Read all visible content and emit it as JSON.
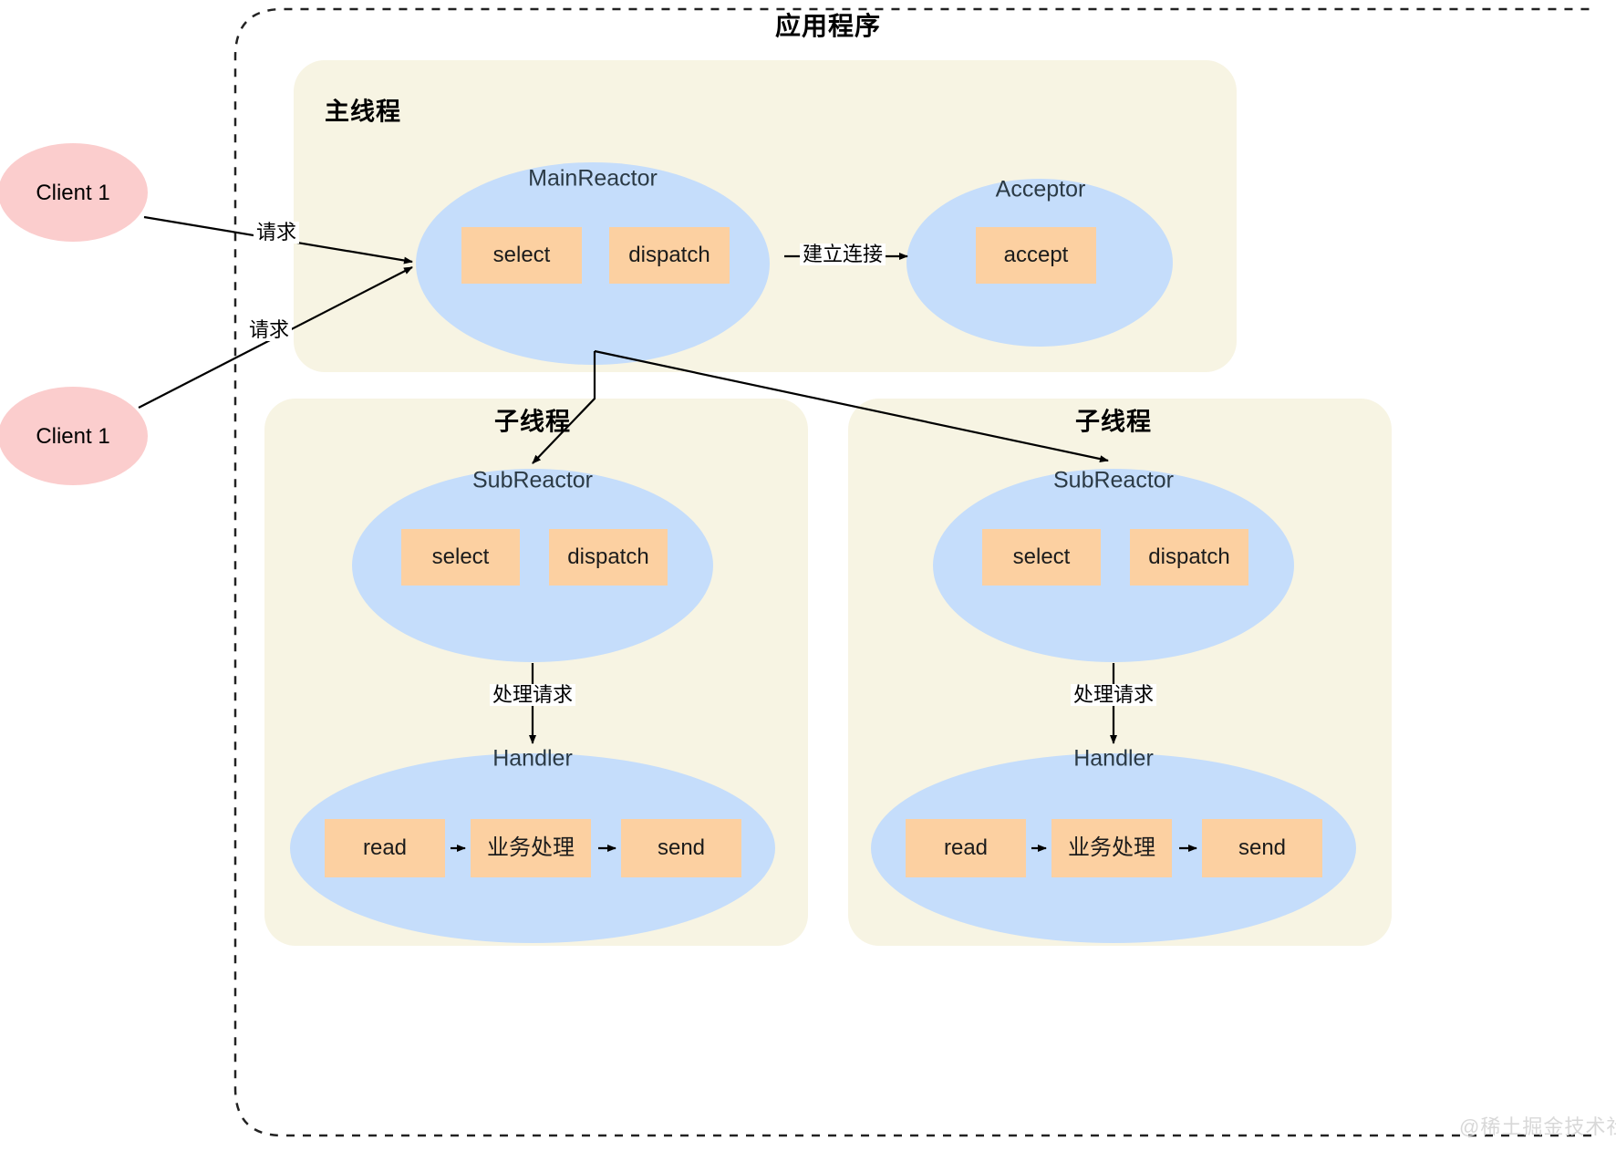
{
  "diagram": {
    "title": "应用程序",
    "watermark": "@稀土掘金技术社区",
    "colors": {
      "panel_bg": "#f7f4e3",
      "reactor_fill": "#c5ddfb",
      "box_fill": "#fcd0a1",
      "client_fill": "#fbcdcd",
      "outline": "#000000",
      "canvas": "#ffffff"
    }
  },
  "clients": [
    {
      "label": "Client 1"
    },
    {
      "label": "Client 1"
    }
  ],
  "main_thread": {
    "title": "主线程",
    "main_reactor": {
      "label": "MainReactor",
      "boxes": [
        {
          "label": "select"
        },
        {
          "label": "dispatch"
        }
      ]
    },
    "acceptor": {
      "label": "Acceptor",
      "boxes": [
        {
          "label": "accept"
        }
      ]
    },
    "connect_edge_label": "建立连接"
  },
  "sub_threads": [
    {
      "title": "子线程",
      "sub_reactor": {
        "label": "SubReactor",
        "boxes": [
          {
            "label": "select"
          },
          {
            "label": "dispatch"
          }
        ]
      },
      "handle_edge_label": "处理请求",
      "handler": {
        "label": "Handler",
        "boxes": [
          {
            "label": "read"
          },
          {
            "label": "业务处理"
          },
          {
            "label": "send"
          }
        ]
      }
    },
    {
      "title": "子线程",
      "sub_reactor": {
        "label": "SubReactor",
        "boxes": [
          {
            "label": "select"
          },
          {
            "label": "dispatch"
          }
        ]
      },
      "handle_edge_label": "处理请求",
      "handler": {
        "label": "Handler",
        "boxes": [
          {
            "label": "read"
          },
          {
            "label": "业务处理"
          },
          {
            "label": "send"
          }
        ]
      }
    }
  ],
  "request_edges": [
    {
      "label": "请求"
    },
    {
      "label": "请求"
    }
  ]
}
